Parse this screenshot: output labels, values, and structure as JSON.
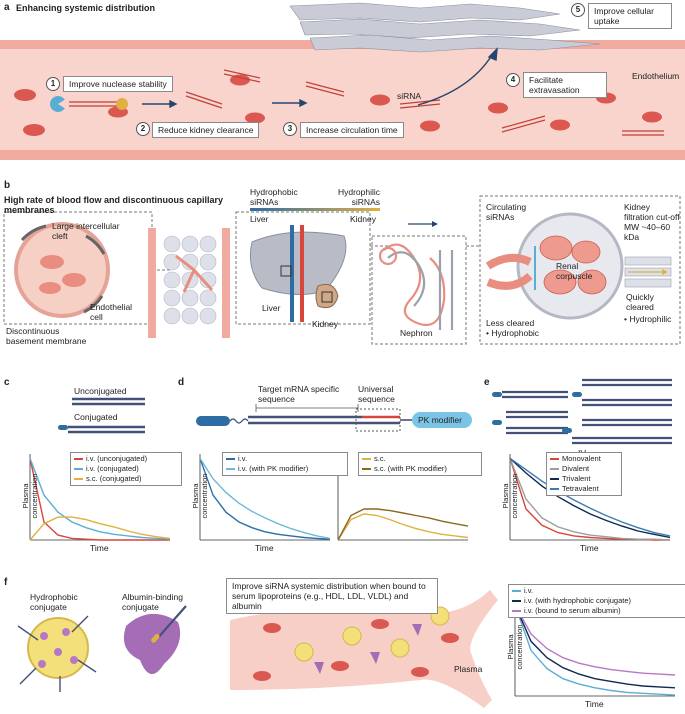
{
  "panel_a": {
    "letter": "a",
    "title": "Enhancing systemic distribution",
    "steps": [
      {
        "n": "1",
        "label": "Improve nuclease stability"
      },
      {
        "n": "2",
        "label": "Reduce kidney clearance"
      },
      {
        "n": "3",
        "label": "Increase circulation time"
      },
      {
        "n": "4",
        "label": "Facilitate extravasation"
      },
      {
        "n": "5",
        "label": "Improve cellular uptake"
      }
    ],
    "sirna_label": "siRNA",
    "endothelium_label": "Endothelium"
  },
  "panel_b": {
    "letter": "b",
    "title": "High rate of blood flow and discontinuous capillary membranes",
    "cleft_label": "Large intercellular cleft",
    "endothelial_label": "Endothelial cell",
    "basement_label": "Discontinuous basement membrane",
    "hydrophobic_label": "Hydrophobic siRNAs",
    "hydrophilic_label": "Hydrophilic siRNAs",
    "liver_top": "Liver",
    "kidney_top": "Kidney",
    "liver_label": "Liver",
    "kidney_label": "Kidney",
    "nephron_label": "Nephron",
    "circulating_label": "Circulating siRNAs",
    "renal_label": "Renal corpuscle",
    "filtration_label": "Kidney filtration cut-off MW ~40–60 kDa",
    "less_cleared": "Less cleared",
    "less_bullet": "• Hydrophobic",
    "quickly_cleared": "Quickly cleared",
    "quick_bullet": "• Hydrophilic"
  },
  "panel_c": {
    "letter": "c",
    "unconjugated": "Unconjugated",
    "conjugated": "Conjugated",
    "ylabel": "Plasma concentration",
    "xlabel": "Time"
  },
  "panel_d": {
    "letter": "d",
    "target_label": "Target mRNA specific sequence",
    "universal_label": "Universal sequence",
    "pk_label": "PK modifier",
    "ylabel": "Plasma concentration",
    "xlabel": "Time"
  },
  "panel_e": {
    "letter": "e",
    "iv_label": "IV",
    "ylabel": "Plasma concentration",
    "xlabel": "Time"
  },
  "panel_f": {
    "letter": "f",
    "hydrophobic_label": "Hydrophobic conjugate",
    "albumin_label": "Albumin-binding conjugate",
    "info_text": "Improve siRNA systemic distribution when bound to serum lipoproteins (e.g., HDL, LDL, VLDL) and albumin",
    "plasma_label": "Plasma",
    "ylabel": "Plasma concentration",
    "xlabel": "Time"
  },
  "colors": {
    "blue": "#2e6da4",
    "light_blue": "#6cbad8",
    "red": "#d8453a",
    "gold": "#e0b040",
    "brown": "#8a6a1f",
    "purple": "#b678c5",
    "navy": "#0e2a4e",
    "gray": "#9e9e9e",
    "vessel": "#f8d2cb",
    "rbc": "#db5850"
  },
  "chart_data": [
    {
      "type": "line",
      "panel": "c",
      "xlabel": "Time",
      "ylabel": "Plasma concentration",
      "legend": "top-right",
      "x": [
        0,
        1,
        2,
        3,
        4,
        5,
        6,
        7,
        8,
        9,
        10
      ],
      "series": [
        {
          "name": "i.v. (unconjugated)",
          "color": "#d8453a",
          "values": [
            1.0,
            0.22,
            0.06,
            0.02,
            0.01,
            0,
            0,
            0,
            0,
            0,
            0
          ]
        },
        {
          "name": "i.v. (conjugated)",
          "color": "#5aaed6",
          "values": [
            1.0,
            0.55,
            0.34,
            0.22,
            0.15,
            0.1,
            0.07,
            0.05,
            0.03,
            0.02,
            0.01
          ]
        },
        {
          "name": "s.c. (conjugated)",
          "color": "#e0b040",
          "values": [
            0,
            0.2,
            0.28,
            0.28,
            0.25,
            0.2,
            0.16,
            0.11,
            0.07,
            0.04,
            0.02
          ]
        }
      ]
    },
    {
      "type": "line",
      "panel": "d-left",
      "xlabel": "Time",
      "ylabel": "Plasma concentration",
      "legend": "top-right",
      "x": [
        0,
        1,
        2,
        3,
        4,
        5,
        6,
        7,
        8,
        9,
        10
      ],
      "series": [
        {
          "name": "i.v.",
          "color": "#2e6da4",
          "values": [
            1.0,
            0.55,
            0.34,
            0.22,
            0.15,
            0.1,
            0.07,
            0.05,
            0.03,
            0.02,
            0.01
          ]
        },
        {
          "name": "i.v. (with PK modifier)",
          "color": "#6cbad8",
          "values": [
            1.0,
            0.75,
            0.58,
            0.45,
            0.35,
            0.27,
            0.2,
            0.14,
            0.09,
            0.05,
            0.02
          ]
        }
      ]
    },
    {
      "type": "line",
      "panel": "d-right",
      "xlabel": "",
      "ylabel": "",
      "legend": "top-right",
      "x": [
        0,
        1,
        2,
        3,
        4,
        5,
        6,
        7,
        8,
        9,
        10
      ],
      "series": [
        {
          "name": "s.c.",
          "color": "#e0b040",
          "values": [
            0,
            0.25,
            0.32,
            0.3,
            0.25,
            0.19,
            0.14,
            0.1,
            0.07,
            0.05,
            0.03
          ]
        },
        {
          "name": "s.c. (with PK modifier)",
          "color": "#8a6a1f",
          "values": [
            0,
            0.3,
            0.38,
            0.38,
            0.36,
            0.33,
            0.3,
            0.27,
            0.23,
            0.2,
            0.17
          ]
        }
      ]
    },
    {
      "type": "line",
      "panel": "e",
      "xlabel": "Time",
      "ylabel": "Plasma concentration",
      "legend": "top-right",
      "x": [
        0,
        1,
        2,
        3,
        4,
        5,
        6,
        7,
        8,
        9,
        10
      ],
      "series": [
        {
          "name": "Monovalent",
          "color": "#d8453a",
          "values": [
            1.0,
            0.38,
            0.18,
            0.09,
            0.05,
            0.03,
            0.02,
            0.01,
            0.01,
            0,
            0
          ]
        },
        {
          "name": "Divalent",
          "color": "#9e9e9e",
          "values": [
            1.0,
            0.5,
            0.27,
            0.16,
            0.1,
            0.06,
            0.04,
            0.02,
            0.01,
            0.01,
            0
          ]
        },
        {
          "name": "Trivalent",
          "color": "#0e2a4e",
          "values": [
            1.0,
            0.82,
            0.66,
            0.53,
            0.42,
            0.32,
            0.24,
            0.17,
            0.11,
            0.07,
            0.03
          ]
        },
        {
          "name": "Tetravalent",
          "color": "#3b7bb3",
          "values": [
            1.0,
            0.86,
            0.72,
            0.6,
            0.49,
            0.39,
            0.3,
            0.22,
            0.15,
            0.09,
            0.05
          ]
        }
      ]
    },
    {
      "type": "line",
      "panel": "f",
      "xlabel": "Time",
      "ylabel": "Plasma concentration",
      "legend": "top-right",
      "x": [
        0,
        1,
        2,
        3,
        4,
        5,
        6,
        7,
        8,
        9,
        10
      ],
      "series": [
        {
          "name": "i.v.",
          "color": "#5aaed6",
          "values": [
            1.0,
            0.5,
            0.3,
            0.19,
            0.13,
            0.09,
            0.06,
            0.04,
            0.03,
            0.02,
            0.01
          ]
        },
        {
          "name": "i.v. (with hydrophobic conjugate)",
          "color": "#0e2a4e",
          "values": [
            1.0,
            0.6,
            0.42,
            0.31,
            0.24,
            0.19,
            0.16,
            0.13,
            0.11,
            0.1,
            0.09
          ]
        },
        {
          "name": "i.v. (bound to serum albumin)",
          "color": "#b678c5",
          "values": [
            1.0,
            0.68,
            0.52,
            0.42,
            0.36,
            0.32,
            0.29,
            0.27,
            0.25,
            0.24,
            0.23
          ]
        }
      ]
    }
  ]
}
